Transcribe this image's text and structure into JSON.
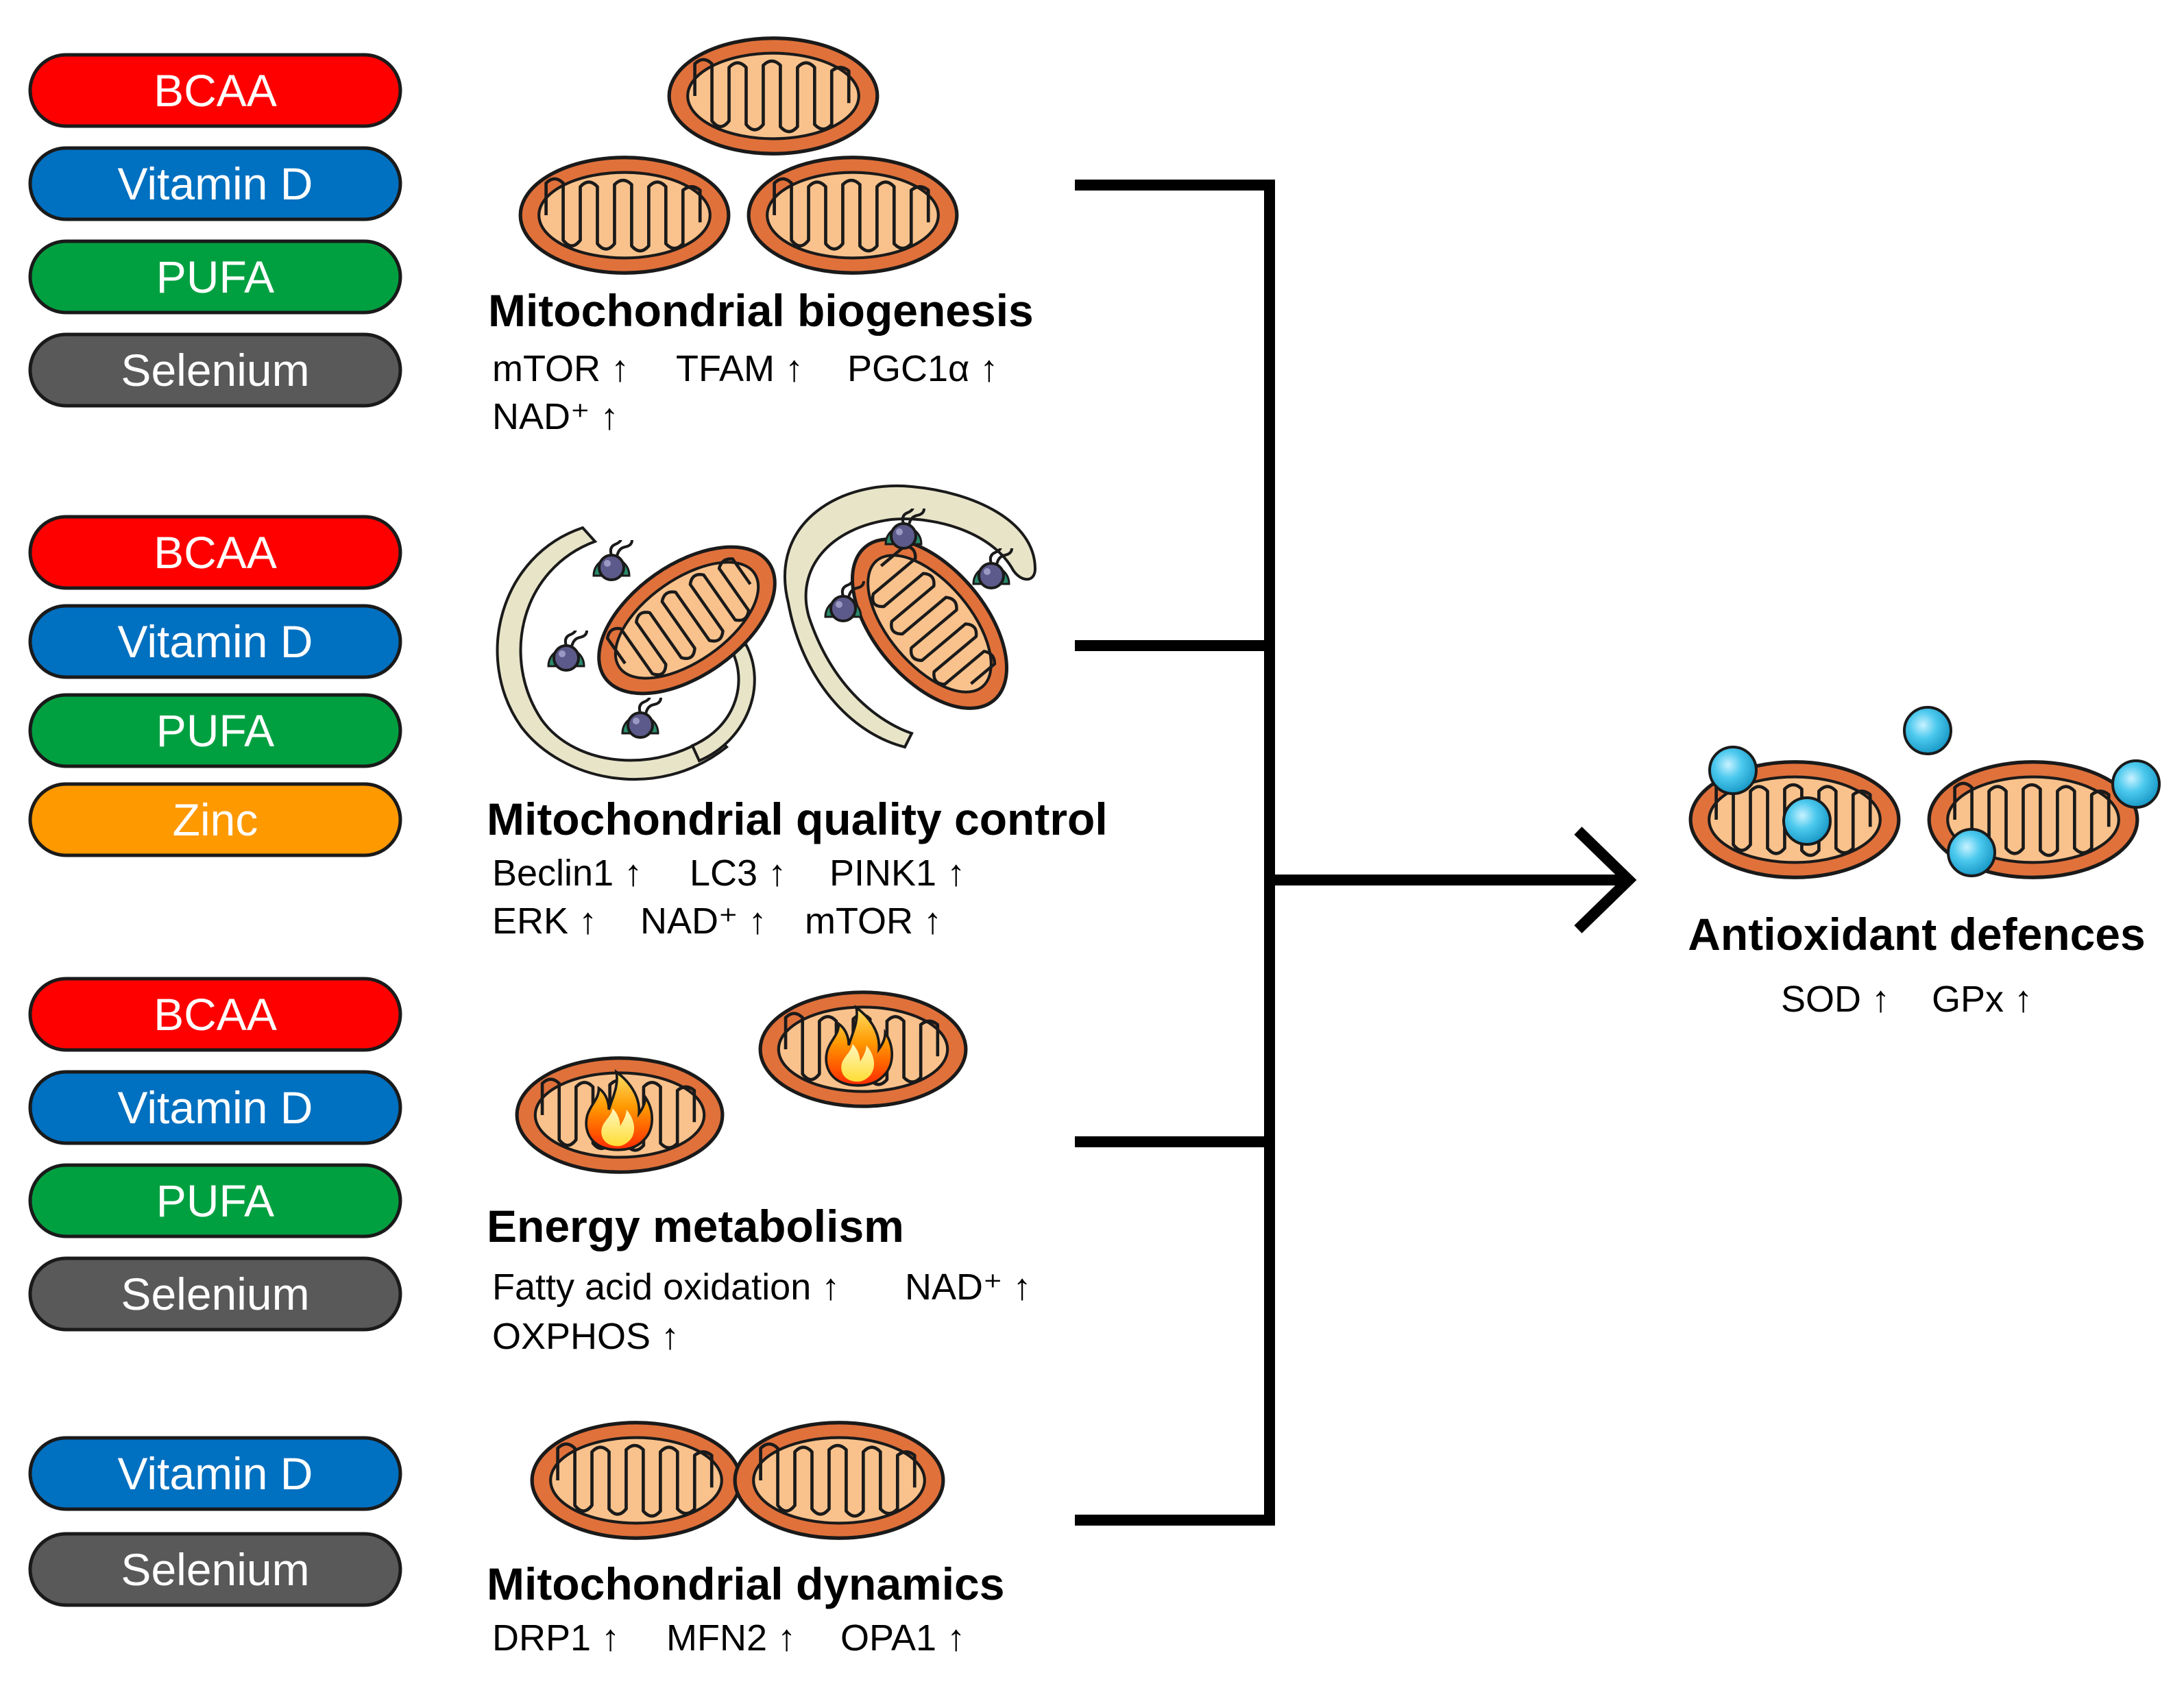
{
  "colors": {
    "bcaa": "#ff0000",
    "vitamin_d": "#0070c0",
    "pufa": "#00a040",
    "selenium": "#595959",
    "zinc": "#ff9900",
    "mito_outer": "#e0713b",
    "mito_inner": "#f9c28c",
    "droplet": "#33bde6",
    "phagophore": "#e8e4c8"
  },
  "groups": [
    {
      "id": "biogenesis",
      "nutrients": [
        {
          "label": "BCAA",
          "color_key": "bcaa"
        },
        {
          "label": "Vitamin D",
          "color_key": "vitamin_d"
        },
        {
          "label": "PUFA",
          "color_key": "pufa"
        },
        {
          "label": "Selenium",
          "color_key": "selenium"
        }
      ],
      "title": "Mitochondrial biogenesis",
      "markers": [
        [
          "mTOR ↑",
          "TFAM ↑",
          "PGC1α ↑"
        ],
        [
          "NAD⁺ ↑"
        ]
      ]
    },
    {
      "id": "quality-control",
      "nutrients": [
        {
          "label": "BCAA",
          "color_key": "bcaa"
        },
        {
          "label": "Vitamin D",
          "color_key": "vitamin_d"
        },
        {
          "label": "PUFA",
          "color_key": "pufa"
        },
        {
          "label": "Zinc",
          "color_key": "zinc"
        }
      ],
      "title": "Mitochondrial quality control",
      "markers": [
        [
          "Beclin1 ↑",
          "LC3 ↑",
          "PINK1 ↑"
        ],
        [
          "ERK ↑",
          "NAD⁺ ↑",
          "mTOR ↑"
        ]
      ]
    },
    {
      "id": "energy-metabolism",
      "nutrients": [
        {
          "label": "BCAA",
          "color_key": "bcaa"
        },
        {
          "label": "Vitamin D",
          "color_key": "vitamin_d"
        },
        {
          "label": "PUFA",
          "color_key": "pufa"
        },
        {
          "label": "Selenium",
          "color_key": "selenium"
        }
      ],
      "title": "Energy metabolism",
      "markers": [
        [
          "Fatty acid oxidation ↑",
          "NAD⁺ ↑"
        ],
        [
          "OXPHOS ↑"
        ]
      ]
    },
    {
      "id": "dynamics",
      "nutrients": [
        {
          "label": "Vitamin D",
          "color_key": "vitamin_d"
        },
        {
          "label": "Selenium",
          "color_key": "selenium"
        }
      ],
      "title": "Mitochondrial dynamics",
      "markers": [
        [
          "DRP1 ↑",
          "MFN2 ↑",
          "OPA1 ↑"
        ]
      ]
    }
  ],
  "outcome": {
    "title": "Antioxidant defences",
    "markers": [
      "SOD ↑",
      "GPx ↑"
    ]
  }
}
